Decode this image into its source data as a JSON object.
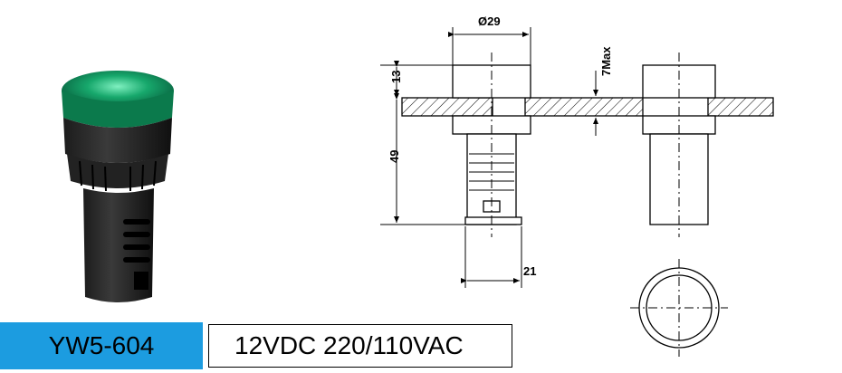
{
  "product": {
    "model": "YW5-604",
    "spec": "12VDC 220/110VAC",
    "lens_color": "#1fb37a",
    "label_color": "#1c9ce0"
  },
  "drawing": {
    "dim_diameter": "Ø29",
    "dim_max": "7Max",
    "dim_head": "13",
    "dim_body": "49",
    "dim_width": "21"
  }
}
